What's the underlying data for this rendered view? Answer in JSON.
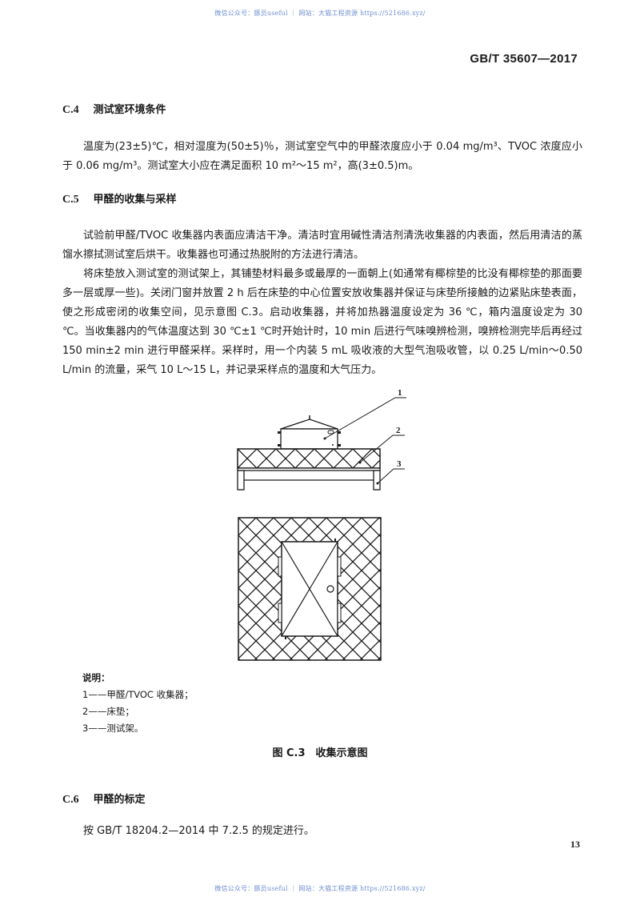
{
  "watermark": {
    "top": "微信公众号：豚员useful ｜ 网站：大猫工程资源 https://521686.xyz/",
    "bottom": "微信公众号：豚员useful ｜ 网站：大猫工程资源 https://521686.xyz/"
  },
  "header": {
    "standard_code": "GB/T 35607—2017"
  },
  "sections": [
    {
      "number": "C.4",
      "title": "测试室环境条件",
      "paragraphs": [
        "温度为(23±5)℃，相对湿度为(50±5)％，测试室空气中的甲醛浓度应小于 0.04 mg/m³、TVOC 浓度应小于 0.06 mg/m³。测试室大小应在满足面积 10 m²～15 m²，高(3±0.5)m。"
      ]
    },
    {
      "number": "C.5",
      "title": "甲醛的收集与采样",
      "paragraphs": [
        "试验前甲醛/TVOC 收集器内表面应清洁干净。清洁时宜用碱性清洁剂清洗收集器的内表面，然后用清洁的蒸馏水擦拭测试室后烘干。收集器也可通过热脱附的方法进行清洁。",
        "将床垫放入测试室的测试架上，其铺垫材料最多或最厚的一面朝上(如通常有椰棕垫的比没有椰棕垫的那面要多一层或厚一些)。关闭门窗并放置 2 h 后在床垫的中心位置安放收集器并保证与床垫所接触的边紧贴床垫表面，使之形成密闭的收集空间，见示意图 C.3。启动收集器，并将加热器温度设定为 36 ℃，箱内温度设定为 30 ℃。当收集器内的气体温度达到 30 ℃±1 ℃时开始计时，10 min 后进行气味嗅辨检测，嗅辨检测完毕后再经过 150 min±2 min 进行甲醛采样。采样时，用一个内装 5 mL 吸收液的大型气泡吸收管，以 0.25 L/min～0.50 L/min 的流量，采气 10 L～15 L，并记录采样点的温度和大气压力。"
      ]
    },
    {
      "number": "C.6",
      "title": "甲醛的标定",
      "paragraphs": [
        "按 GB/T 18204.2—2014 中 7.2.5 的规定进行。"
      ]
    }
  ],
  "figure": {
    "callouts": [
      "1",
      "2",
      "3"
    ],
    "legend_title": "说明：",
    "legend_items": [
      "1——甲醛/TVOC 收集器；",
      "2——床垫；",
      "3——测试架。"
    ],
    "caption": "图 C.3　收集示意图"
  },
  "footer": {
    "page_number": "13"
  }
}
